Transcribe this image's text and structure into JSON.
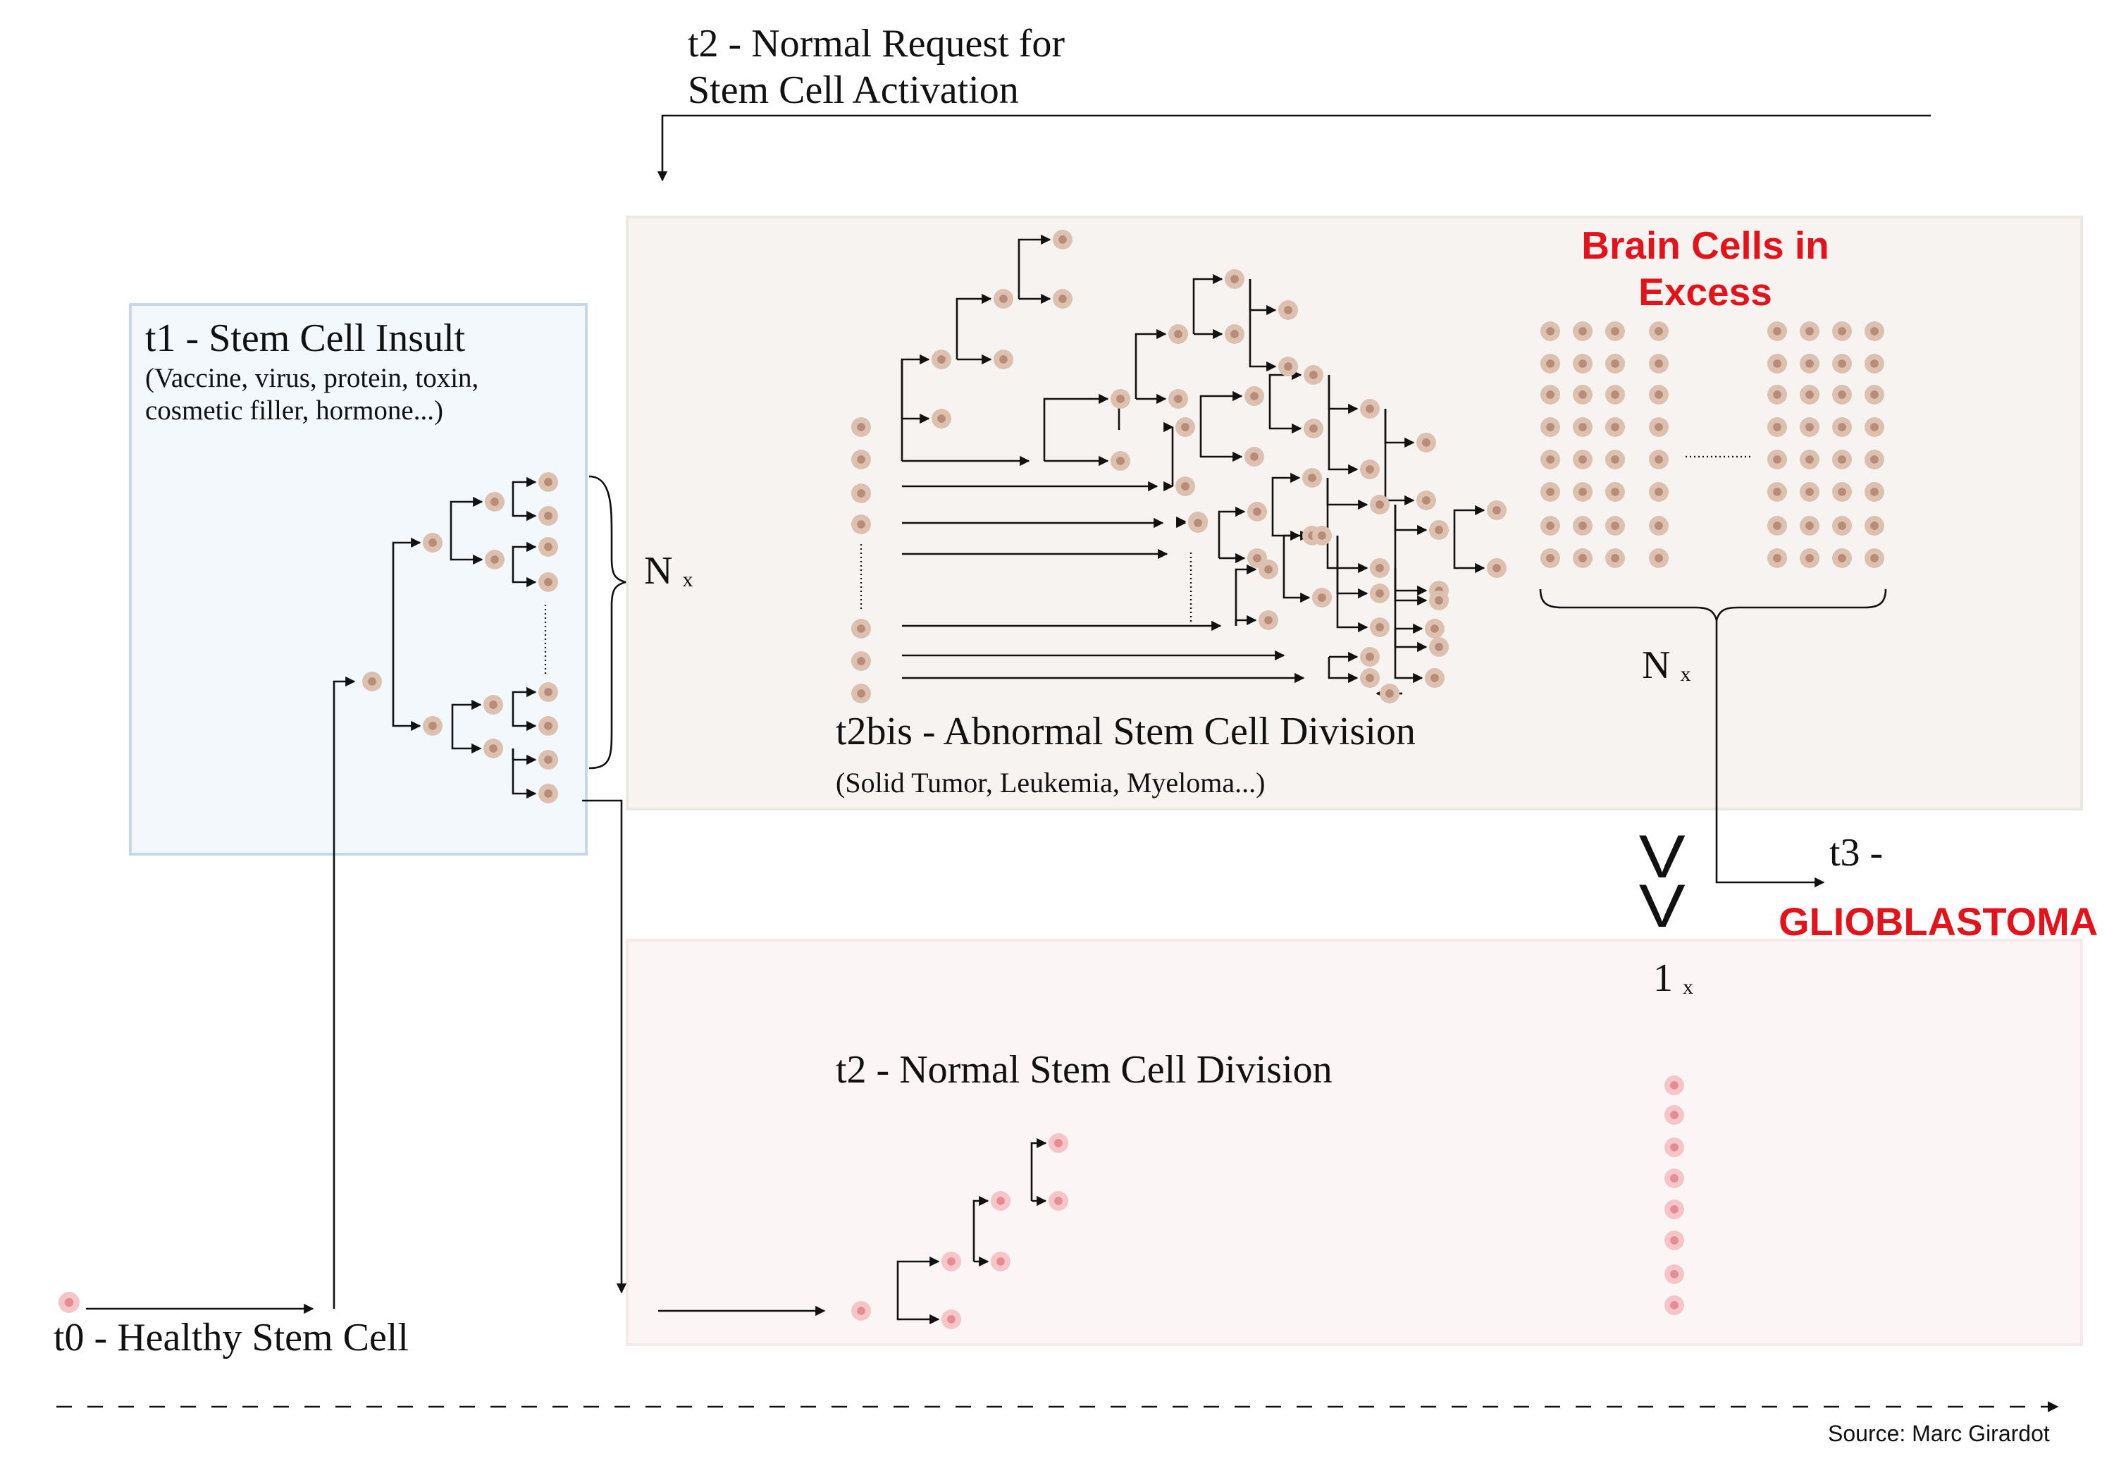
{
  "labels": {
    "t2_request_line1": "t2  - Normal Request for",
    "t2_request_line2": "Stem Cell Activation",
    "t1_title": "t1  - Stem Cell Insult",
    "t1_subtitle": "(Vaccine, virus, protein, toxin, cosmetic filler, hormone...)",
    "n_x_left": "N",
    "n_x_left_sub": "x",
    "brain_cells_line1": "Brain Cells in",
    "brain_cells_line2": "Excess",
    "n_x_right": "N",
    "n_x_right_sub": "x",
    "t2bis_title": "t2bis  - Abnormal Stem Cell Division",
    "t2bis_subtitle": "(Solid Tumor, Leukemia, Myeloma...)",
    "t3": "t3  -",
    "glioblastoma": "GLIOBLASTOMA",
    "comparison": "V",
    "one_x": "1",
    "one_x_sub": "x",
    "t2_normal_title": "t2  - Normal Stem Cell Division",
    "t0": "t0  - Healthy Stem Cell",
    "source": "Source: Marc Girardot"
  },
  "colors": {
    "abnormal_cell_outer": "#dcc0b0",
    "abnormal_cell_inner": "#b98c78",
    "normal_cell_outer": "#f6c5c8",
    "normal_cell_inner": "#e58d95",
    "insult_panel_fill": "#f3f8fd",
    "insult_panel_border": "#c6d7ec",
    "abnormal_panel_fill": "#f7f3f0",
    "normal_panel_fill": "#fcf5f5",
    "highlight_red": "#e3131b"
  },
  "icons": {
    "cell": "cell-icon",
    "arrow": "arrow-head-icon",
    "brace": "curly-brace-icon"
  }
}
